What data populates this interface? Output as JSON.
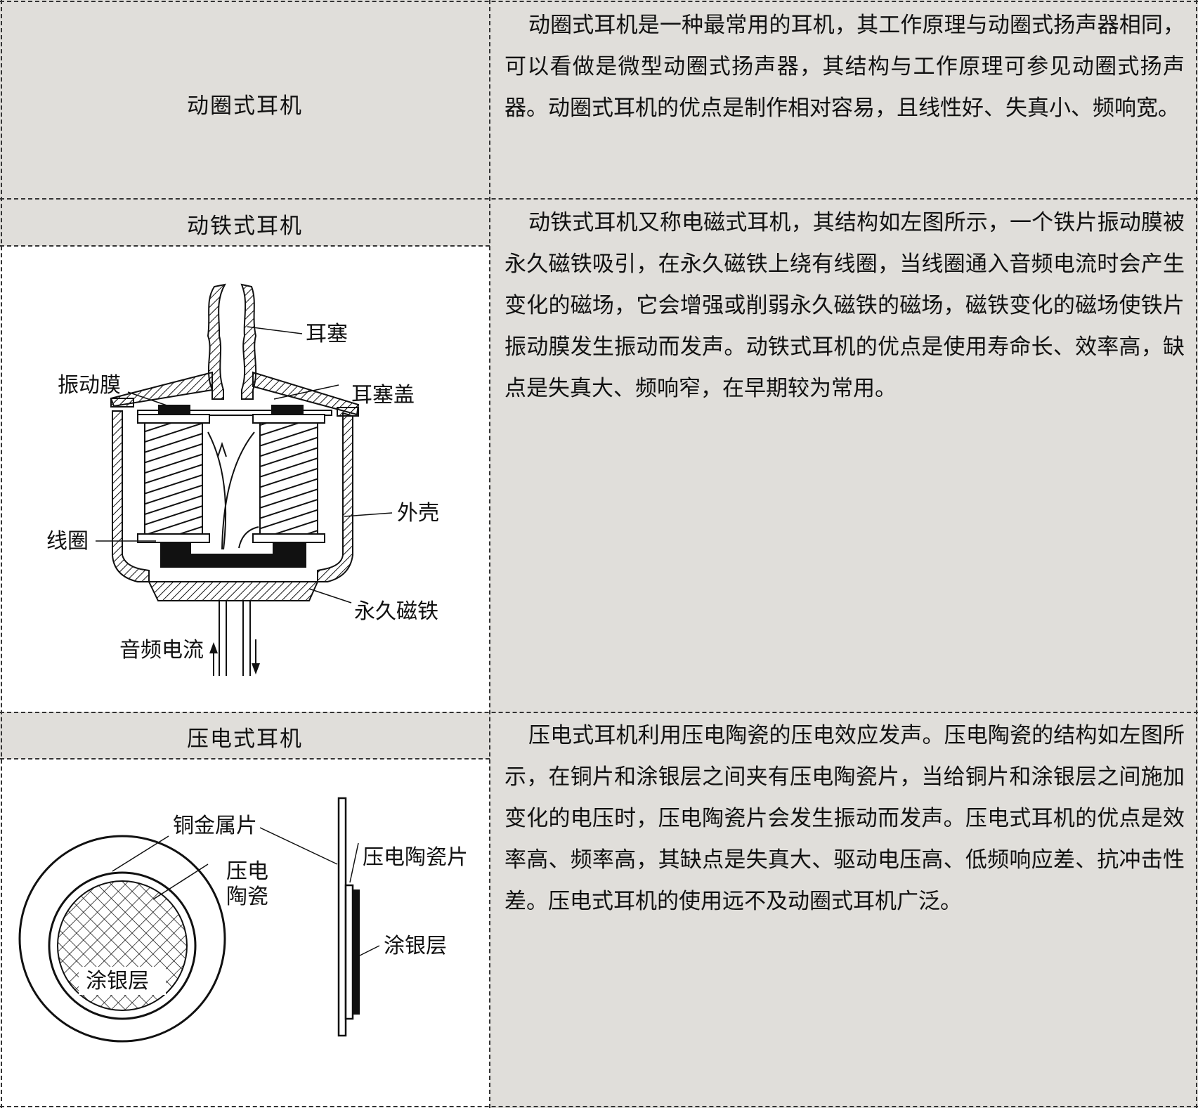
{
  "rows": [
    {
      "name": "动圈式耳机",
      "description": "动圈式耳机是一种最常用的耳机，其工作原理与动圈式扬声器相同，可以看做是微型动圈式扬声器，其结构与工作原理可参见动圈式扬声器。动圈式耳机的优点是制作相对容易，且线性好、失真小、频响宽。"
    },
    {
      "name": "动铁式耳机",
      "description": "动铁式耳机又称电磁式耳机，其结构如左图所示，一个铁片振动膜被永久磁铁吸引，在永久磁铁上绕有线圈，当线圈通入音频电流时会产生变化的磁场，它会增强或削弱永久磁铁的磁场，磁铁变化的磁场使铁片振动膜发生振动而发声。动铁式耳机的优点是使用寿命长、效率高，缺点是失真大、频响窄，在早期较为常用。",
      "diagram_labels": {
        "earplug": "耳塞",
        "diaphragm": "振动膜",
        "earplug_cover": "耳塞盖",
        "coil": "线圈",
        "shell": "外壳",
        "magnet": "永久磁铁",
        "audio_current": "音频电流"
      }
    },
    {
      "name": "压电式耳机",
      "description": "压电式耳机利用压电陶瓷的压电效应发声。压电陶瓷的结构如左图所示，在铜片和涂银层之间夹有压电陶瓷片，当给铜片和涂银层之间施加变化的电压时，压电陶瓷片会发生振动而发声。压电式耳机的优点是效率高、频率高，其缺点是失真大、驱动电压高、低频响应差、抗冲击性差。压电式耳机的使用远不及动圈式耳机广泛。",
      "diagram_labels": {
        "copper_sheet": "铜金属片",
        "piezo_ceramic_l1": "压电",
        "piezo_ceramic_l2": "陶瓷",
        "silver_layer_front": "涂银层",
        "piezo_sheet": "压电陶瓷片",
        "silver_layer_side": "涂银层"
      }
    }
  ],
  "colors": {
    "cell_gray": "#e0deda",
    "line": "#333333"
  }
}
